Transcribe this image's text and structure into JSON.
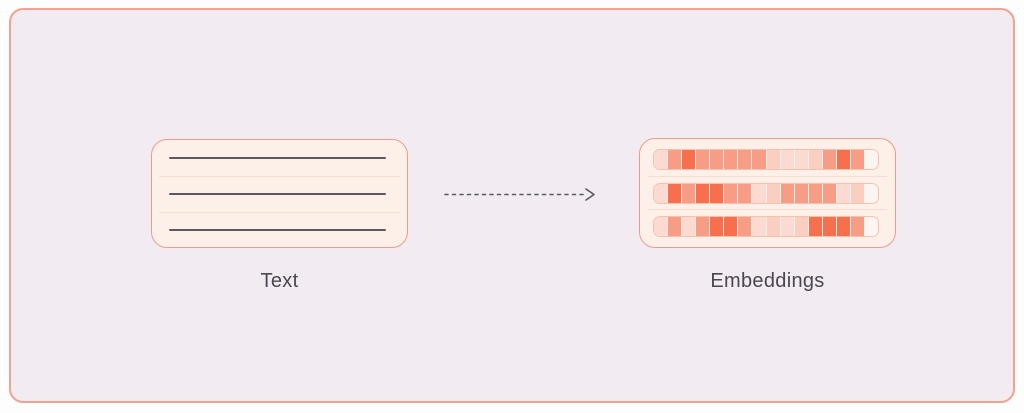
{
  "colors": {
    "page_bg": "#fefdfe",
    "canvas_bg": "#f2ebf2",
    "canvas_border": "#f3a28f",
    "card_bg": "#fdf0e9",
    "card_border": "#f19b86",
    "line_strong": "#5c5862",
    "line_faint": "#f9ddd3",
    "label_color": "#4b4651",
    "arrow_color": "#5b5761",
    "strip_border": "#f7c0ad"
  },
  "text_card": {
    "label": "Text",
    "lines": [
      "strong",
      "faint",
      "strong",
      "faint",
      "strong"
    ]
  },
  "arrow": {
    "style": "dashed",
    "direction": "right"
  },
  "embeddings_card": {
    "label": "Embeddings",
    "palette": {
      "xl": "#fbdbd1",
      "l": "#facfc1",
      "m": "#f89d85",
      "s": "#f76f4c",
      "w": "#fdf5f1"
    },
    "rows": [
      [
        "xl",
        "m",
        "s",
        "m",
        "m",
        "m",
        "m",
        "m",
        "l",
        "xl",
        "xl",
        "l",
        "m",
        "s",
        "m",
        "w"
      ],
      [
        "xl",
        "s",
        "m",
        "s",
        "s",
        "m",
        "m",
        "xl",
        "l",
        "m",
        "m",
        "m",
        "m",
        "xl",
        "l",
        "w"
      ],
      [
        "xl",
        "m",
        "xl",
        "m",
        "s",
        "s",
        "m",
        "xl",
        "l",
        "xl",
        "l",
        "s",
        "s",
        "s",
        "m",
        "w"
      ]
    ]
  }
}
